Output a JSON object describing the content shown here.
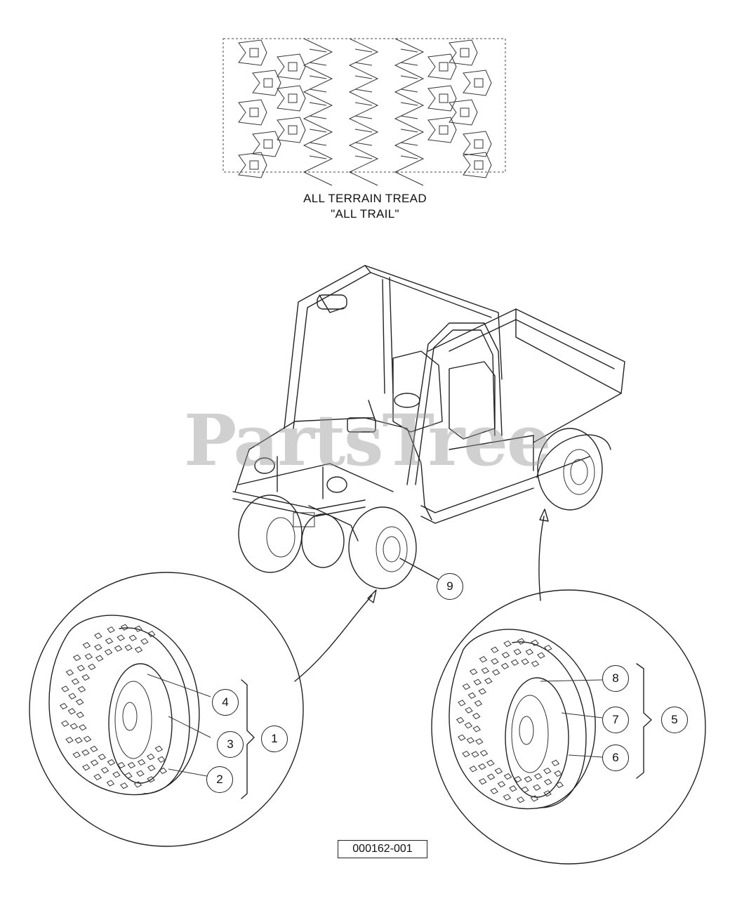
{
  "tread": {
    "title_line1": "ALL TERRAIN TREAD",
    "title_line2": "\"ALL TRAIL\""
  },
  "watermark": "PartsTree",
  "drawing_code": "000162-001",
  "callouts": [
    {
      "id": "1",
      "label": "1"
    },
    {
      "id": "2",
      "label": "2"
    },
    {
      "id": "3",
      "label": "3"
    },
    {
      "id": "4",
      "label": "4"
    },
    {
      "id": "5",
      "label": "5"
    },
    {
      "id": "6",
      "label": "6"
    },
    {
      "id": "7",
      "label": "7"
    },
    {
      "id": "8",
      "label": "8"
    },
    {
      "id": "9",
      "label": "9"
    }
  ]
}
